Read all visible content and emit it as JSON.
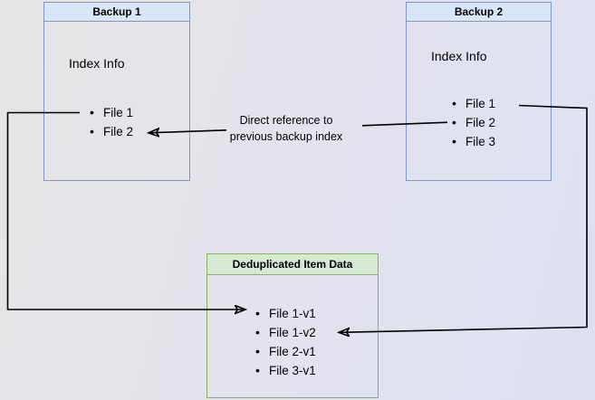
{
  "backup1": {
    "title": "Backup 1",
    "subtitle": "Index Info",
    "files": [
      "File 1",
      "File 2"
    ]
  },
  "backup2": {
    "title": "Backup 2",
    "subtitle": "Index Info",
    "files": [
      "File 1",
      "File 2",
      "File 3"
    ]
  },
  "dedup": {
    "title": "Deduplicated Item Data",
    "items": [
      "File 1-v1",
      "File 1-v2",
      "File 2-v1",
      "File 3-v1"
    ]
  },
  "annotation": {
    "line1": "Direct reference to",
    "line2": "previous backup index"
  },
  "colors": {
    "blue_border": "#7d97c8",
    "blue_header_fill": "#d9e6fa",
    "green_border": "#84b266",
    "green_header_fill": "#d7e8d3",
    "connector": "#000000",
    "background_start": "#e7e5e5",
    "background_end": "#dde1f3"
  }
}
